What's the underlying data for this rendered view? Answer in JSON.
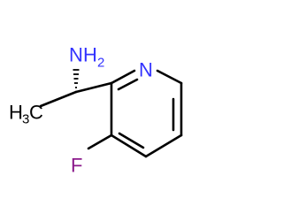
{
  "molecule": {
    "labels": {
      "amine": {
        "element": "N",
        "hydrogens": "H",
        "count": "2"
      },
      "methyl": {
        "element": "C",
        "hydrogens": "H",
        "count": "3"
      },
      "ring_nitrogen": {
        "element": "N"
      },
      "fluorine": {
        "element": "F"
      }
    },
    "colors": {
      "bond": "#000000",
      "nitrogen": "#3333ff",
      "fluorine": "#8b1a8b",
      "carbon": "#000000"
    }
  }
}
